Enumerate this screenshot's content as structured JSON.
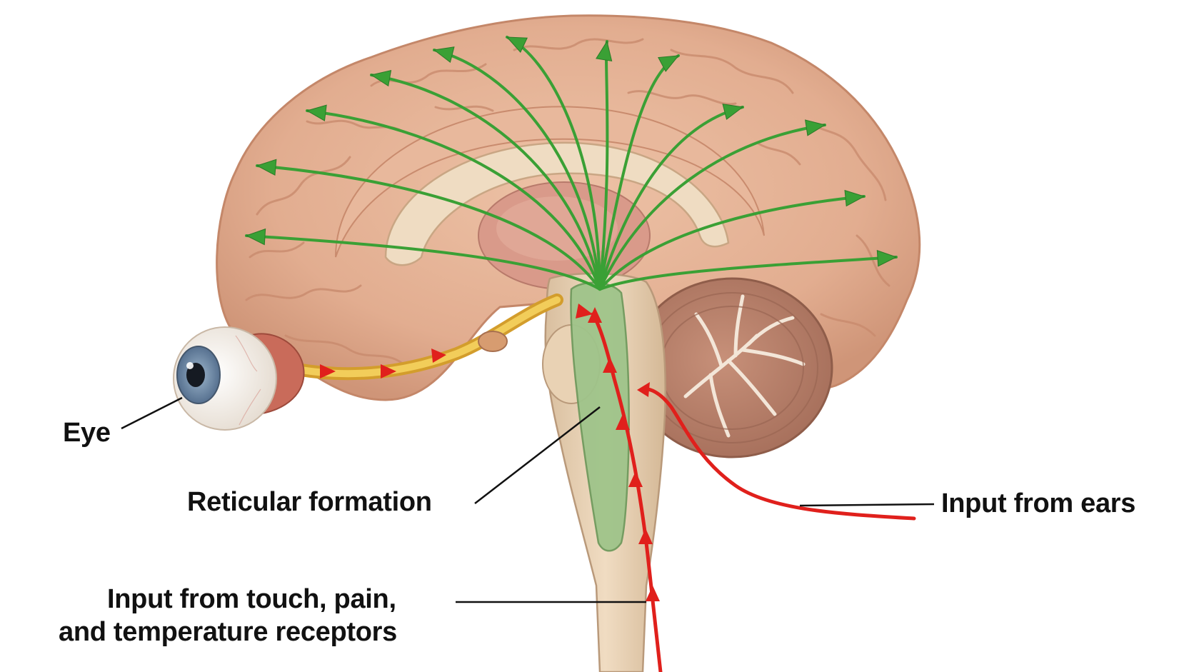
{
  "labels": {
    "eye": "Eye",
    "reticular": "Reticular formation",
    "ears": "Input from ears",
    "touch_line1": "Input from touch, pain,",
    "touch_line2": "and temperature receptors"
  },
  "colors": {
    "background": "#ffffff",
    "brain_tissue": "#e2ad90",
    "brain_fold": "#c98b6e",
    "corpus_callosum": "#efdcc2",
    "thalamus": "#d99a8a",
    "brainstem": "#e8d3b8",
    "reticular_formation": "#9fc48a",
    "cerebellum": "#b9826c",
    "cerebellum_tree": "#f3e6d8",
    "optic_nerve": "#e8b93a",
    "sclera": "#f4efe8",
    "iris": "#6f8fb0",
    "eye_muscle": "#c96b5a",
    "ascending_arrows": "#3aa035",
    "input_arrows": "#e0201c",
    "leader_lines": "#111111"
  },
  "icons": {
    "ascending_pathway": "arrow-up-icon",
    "sensory_input": "arrow-icon",
    "eye": "eye-icon"
  }
}
